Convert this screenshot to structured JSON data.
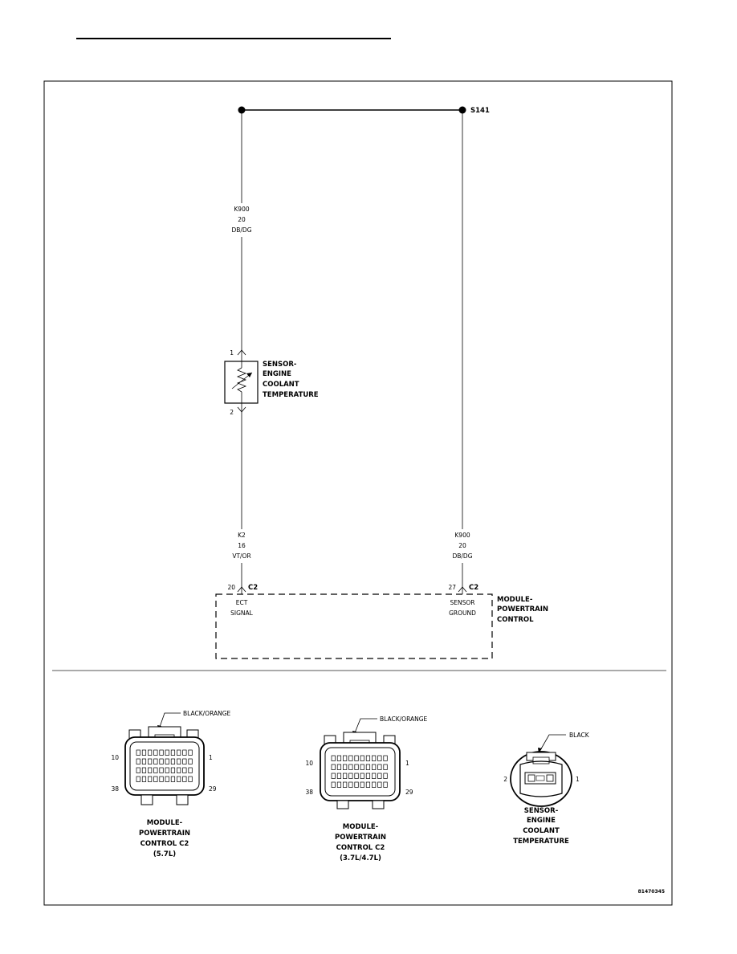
{
  "splice": {
    "label": "S141"
  },
  "wire_left_top": {
    "circuit": "K900",
    "gauge": "20",
    "color": "DB/DG"
  },
  "sensor": {
    "pin_top": "1",
    "pin_bottom": "2",
    "name_lines": [
      "SENSOR-",
      "ENGINE",
      "COOLANT",
      "TEMPERATURE"
    ]
  },
  "wire_left_bottom": {
    "circuit": "K2",
    "gauge": "16",
    "color": "VT/OR"
  },
  "wire_right_bottom": {
    "circuit": "K900",
    "gauge": "20",
    "color": "DB/DG"
  },
  "pcm_conn_left": {
    "pin": "20",
    "connector": "C2",
    "signal_lines": [
      "ECT",
      "SIGNAL"
    ]
  },
  "pcm_conn_right": {
    "pin": "27",
    "connector": "C2",
    "signal_lines": [
      "SENSOR",
      "GROUND"
    ]
  },
  "module": {
    "name_lines": [
      "MODULE-",
      "POWERTRAIN",
      "CONTROL"
    ]
  },
  "connector_views": [
    {
      "color_label": "BLACK/ORANGE",
      "pins": [
        "10",
        "1",
        "38",
        "29"
      ],
      "caption_lines": [
        "MODULE-",
        "POWERTRAIN",
        "CONTROL C2",
        "(5.7L)"
      ]
    },
    {
      "color_label": "BLACK/ORANGE",
      "pins": [
        "10",
        "1",
        "38",
        "29"
      ],
      "caption_lines": [
        "MODULE-",
        "POWERTRAIN",
        "CONTROL C2",
        "(3.7L/4.7L)"
      ]
    },
    {
      "color_label": "BLACK",
      "pins": [
        "2",
        "1"
      ],
      "caption_lines": [
        "SENSOR-",
        "ENGINE",
        "COOLANT",
        "TEMPERATURE"
      ]
    }
  ],
  "figure_id": "81470345"
}
